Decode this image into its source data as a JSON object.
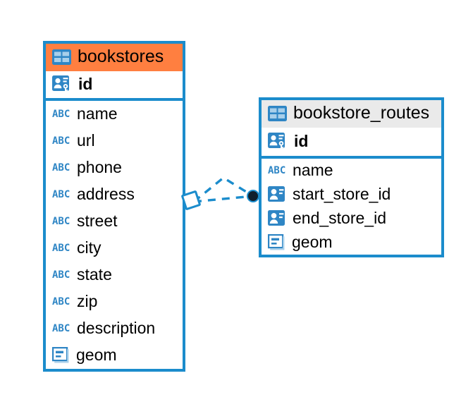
{
  "diagram": {
    "type": "entity-relationship-diagram",
    "background_color": "#ffffff",
    "accent_color": "#1b8ccc",
    "highlight_color": "#ff7f40",
    "neutral_header_color": "#eaeaea"
  },
  "entities": [
    {
      "name": "bookstores",
      "header_style": "accent",
      "primary_key": {
        "label": "id",
        "icon": "primary-key-icon"
      },
      "fields": [
        {
          "label": "name",
          "icon": "text-type-icon"
        },
        {
          "label": "url",
          "icon": "text-type-icon"
        },
        {
          "label": "phone",
          "icon": "text-type-icon"
        },
        {
          "label": "address",
          "icon": "text-type-icon"
        },
        {
          "label": "street",
          "icon": "text-type-icon"
        },
        {
          "label": "city",
          "icon": "text-type-icon"
        },
        {
          "label": "state",
          "icon": "text-type-icon"
        },
        {
          "label": "zip",
          "icon": "text-type-icon"
        },
        {
          "label": "description",
          "icon": "text-type-icon"
        },
        {
          "label": "geom",
          "icon": "geometry-type-icon"
        }
      ]
    },
    {
      "name": "bookstore_routes",
      "header_style": "neutral",
      "primary_key": {
        "label": "id",
        "icon": "primary-key-icon"
      },
      "fields": [
        {
          "label": "name",
          "icon": "text-type-icon"
        },
        {
          "label": "start_store_id",
          "icon": "foreign-key-icon"
        },
        {
          "label": "end_store_id",
          "icon": "foreign-key-icon"
        },
        {
          "label": "geom",
          "icon": "geometry-type-icon"
        }
      ]
    }
  ],
  "relationship": {
    "style": "dashed",
    "color": "#1b8ccc",
    "source_endpoint": "diamond",
    "target_endpoint": "filled-circle",
    "target_endpoint_color": "#10202e"
  }
}
